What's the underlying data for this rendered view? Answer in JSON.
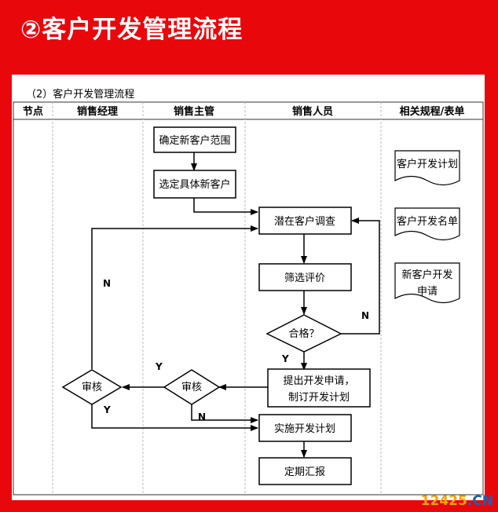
{
  "banner": {
    "title": "②客户开发管理流程",
    "color": "#e8070b"
  },
  "diagram": {
    "caption": "（2）客户开发管理流程",
    "headers": [
      "节点",
      "销售经理",
      "销售主管",
      "销售人员",
      "相关规程/表单"
    ],
    "steps": {
      "s1": "确定新客户范围",
      "s2": "选定具体新客户",
      "s3": "潜在客户调查",
      "s4": "筛选评价",
      "d1": "合格？",
      "s5a": "提出开发申请，",
      "s5b": "制订开发计划",
      "d2": "审核",
      "d3": "审核",
      "s6": "实施开发计划",
      "s7": "定期汇报"
    },
    "labels": {
      "n_left": "N",
      "n_right": "N",
      "y_d1": "Y",
      "y_d2": "Y",
      "y_d3": "Y",
      "n_d2": "N"
    },
    "documents": [
      "客户开发计划",
      "客户开发名单",
      "新客户开发",
      "申请"
    ]
  },
  "watermark": {
    "main": "12425",
    "tld": ".CN"
  }
}
